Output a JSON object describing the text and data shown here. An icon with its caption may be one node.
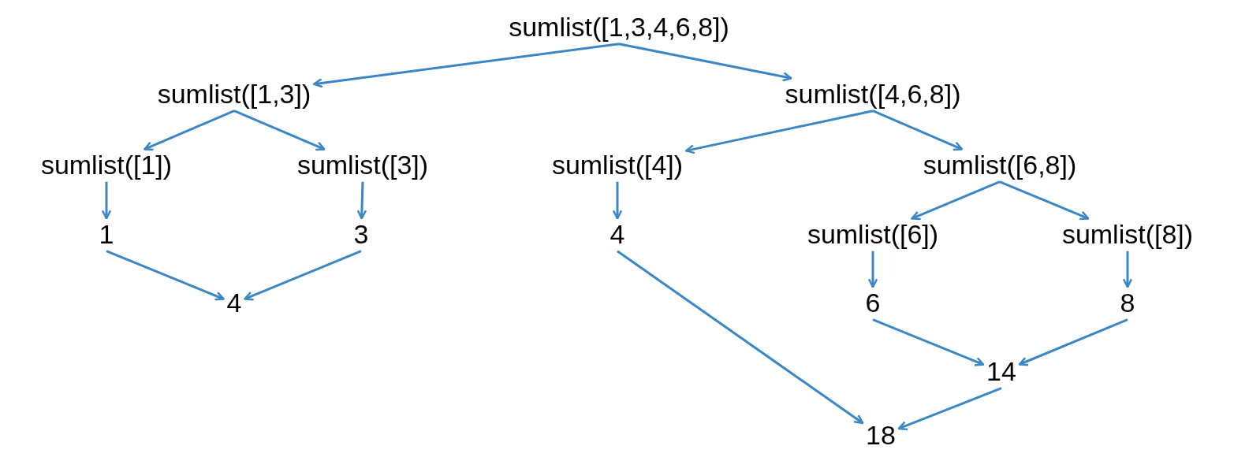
{
  "diagram": {
    "nodes": [
      {
        "text": [
          "sumlist([1,3,4,6,8])"
        ]
      },
      {
        "text": [
          "sumlist([1,3])"
        ]
      },
      {
        "text": [
          "sumlist([4,6,8])"
        ]
      },
      {
        "text": [
          "sumlist([1])"
        ]
      },
      {
        "text": [
          "sumlist([3])"
        ]
      },
      {
        "text": [
          "sumlist([4])"
        ]
      },
      {
        "text": [
          "sumlist([6,8])"
        ]
      },
      {
        "text": [
          "1"
        ]
      },
      {
        "text": [
          "3"
        ]
      },
      {
        "text": [
          "4"
        ]
      },
      {
        "text": [
          "sumlist([6])"
        ]
      },
      {
        "text": [
          "sumlist([8])"
        ]
      },
      {
        "text": [
          "4"
        ]
      },
      {
        "text": [
          "6"
        ]
      },
      {
        "text": [
          "8"
        ]
      },
      {
        "text": [
          "14"
        ]
      },
      {
        "text": [
          "18"
        ]
      }
    ],
    "edges": [
      {
        "from": 0,
        "to": 1,
        "arrow": "to"
      },
      {
        "from": 0,
        "to": 2,
        "arrow": "to"
      },
      {
        "from": 1,
        "to": 3,
        "arrow": "to"
      },
      {
        "from": 1,
        "to": 4,
        "arrow": "to"
      },
      {
        "from": 2,
        "to": 5,
        "arrow": "to"
      },
      {
        "from": 2,
        "to": 6,
        "arrow": "to"
      },
      {
        "from": 3,
        "to": 7,
        "arrow": "to"
      },
      {
        "from": 4,
        "to": 8,
        "arrow": "to"
      },
      {
        "from": 5,
        "to": 9,
        "arrow": "to"
      },
      {
        "from": 6,
        "to": 10,
        "arrow": "to"
      },
      {
        "from": 6,
        "to": 11,
        "arrow": "to"
      },
      {
        "from": 7,
        "to": 12,
        "arrow": "to"
      },
      {
        "from": 8,
        "to": 12,
        "arrow": "to"
      },
      {
        "from": 10,
        "to": 13,
        "arrow": "to"
      },
      {
        "from": 11,
        "to": 14,
        "arrow": "to"
      },
      {
        "from": 13,
        "to": 15,
        "arrow": "to"
      },
      {
        "from": 14,
        "to": 15,
        "arrow": "to"
      },
      {
        "from": 9,
        "to": 16,
        "arrow": "to"
      },
      {
        "from": 15,
        "to": 16,
        "arrow": "to"
      }
    ]
  }
}
